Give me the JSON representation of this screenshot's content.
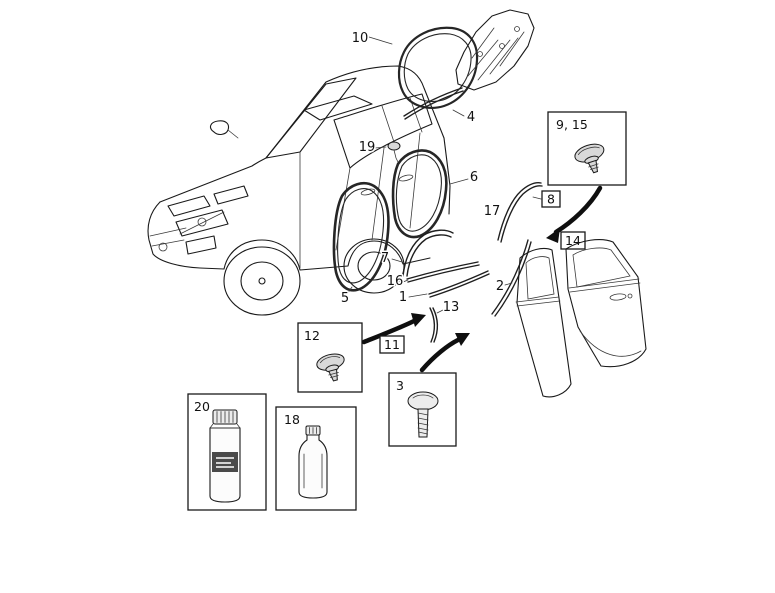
{
  "colors": {
    "background": "#ffffff",
    "line": "#1a1a1a",
    "clip_fill": "#d9d9d9",
    "label_band": "#4a4a4a"
  },
  "labels": {
    "part1": "1",
    "part2": "2",
    "part3": "3",
    "part4": "4",
    "part5": "5",
    "part6": "6",
    "part7": "7",
    "part8": "8",
    "part9_15": "9, 15",
    "part10": "10",
    "part11": "11",
    "part12": "12",
    "part13": "13",
    "part14": "14",
    "part16": "16",
    "part17": "17",
    "part18": "18",
    "part19": "19",
    "part20": "20"
  }
}
